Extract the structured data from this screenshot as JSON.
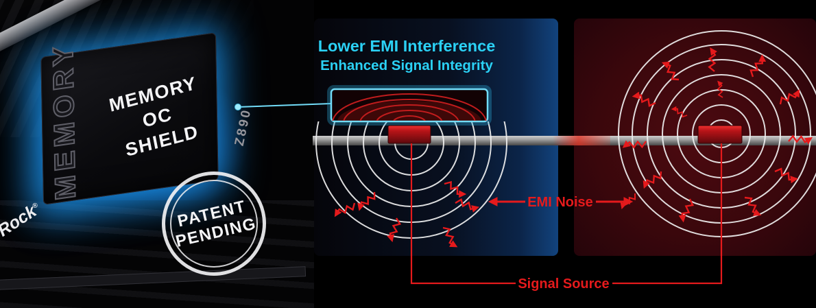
{
  "board": {
    "brand": "Rock",
    "brand_reg": "®",
    "shield_vertical_label": "MEMORY",
    "shield_label_line1": "MEMORY OC",
    "shield_label_line2": "SHIELD",
    "chipset_label": "Z890",
    "stamp": {
      "line1": "PATENT",
      "line2": "PENDING"
    }
  },
  "diagram": {
    "title_line1": "Lower EMI Interference",
    "title_line2": "Enhanced Signal Integrity",
    "labels": {
      "emi_noise": "EMI Noise",
      "signal_source": "Signal Source"
    },
    "colors": {
      "title_cyan": "#2bd1f5",
      "noise_red": "#e51a1c",
      "shield_stroke": "#72dcf8",
      "wave_white": "#efefef"
    }
  }
}
